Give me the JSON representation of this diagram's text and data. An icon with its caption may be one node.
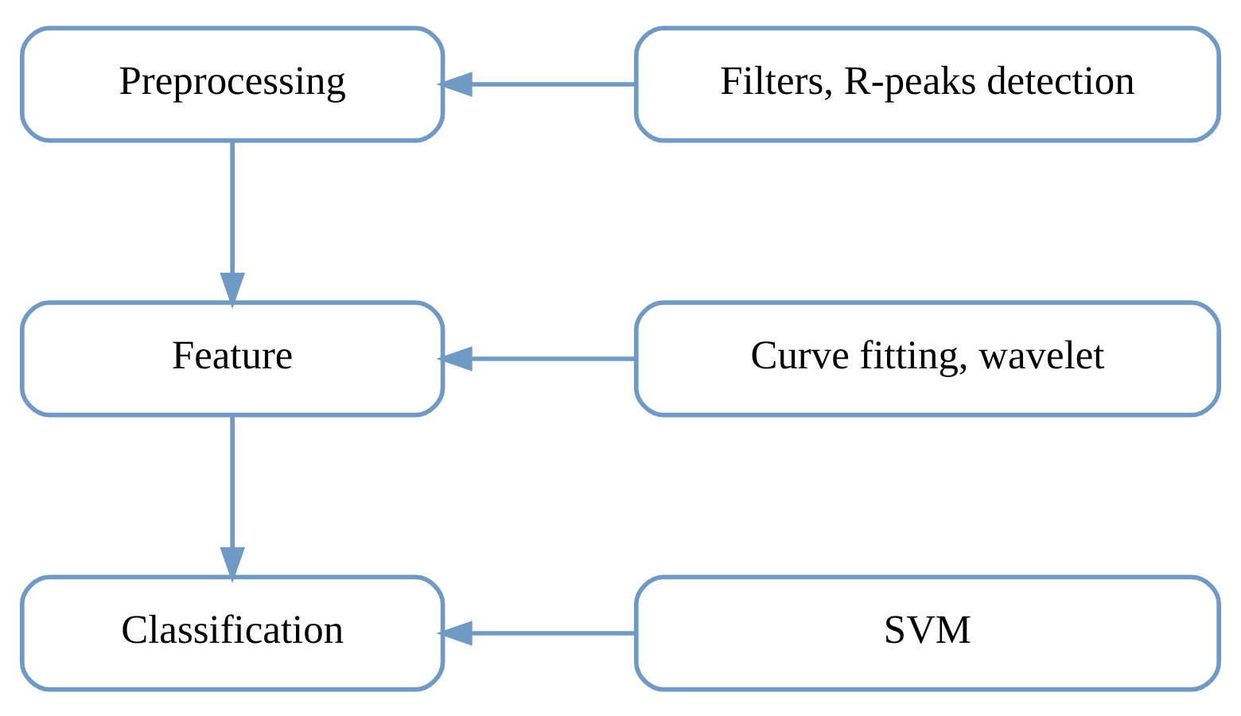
{
  "diagram": {
    "nodes": [
      {
        "text": [
          "Preprocessing"
        ]
      },
      {
        "text": [
          "Filters, R-peaks detection"
        ]
      },
      {
        "text": [
          "Feature"
        ]
      },
      {
        "text": [
          "Curve fitting, wavelet"
        ]
      },
      {
        "text": [
          "Classification"
        ]
      },
      {
        "text": [
          "SVM"
        ]
      }
    ],
    "edges": [
      {
        "from": 1,
        "to": 0,
        "arrow": "to"
      },
      {
        "from": 0,
        "to": 2,
        "arrow": "to"
      },
      {
        "from": 3,
        "to": 2,
        "arrow": "to"
      },
      {
        "from": 2,
        "to": 4,
        "arrow": "to"
      },
      {
        "from": 5,
        "to": 4,
        "arrow": "to"
      }
    ]
  }
}
